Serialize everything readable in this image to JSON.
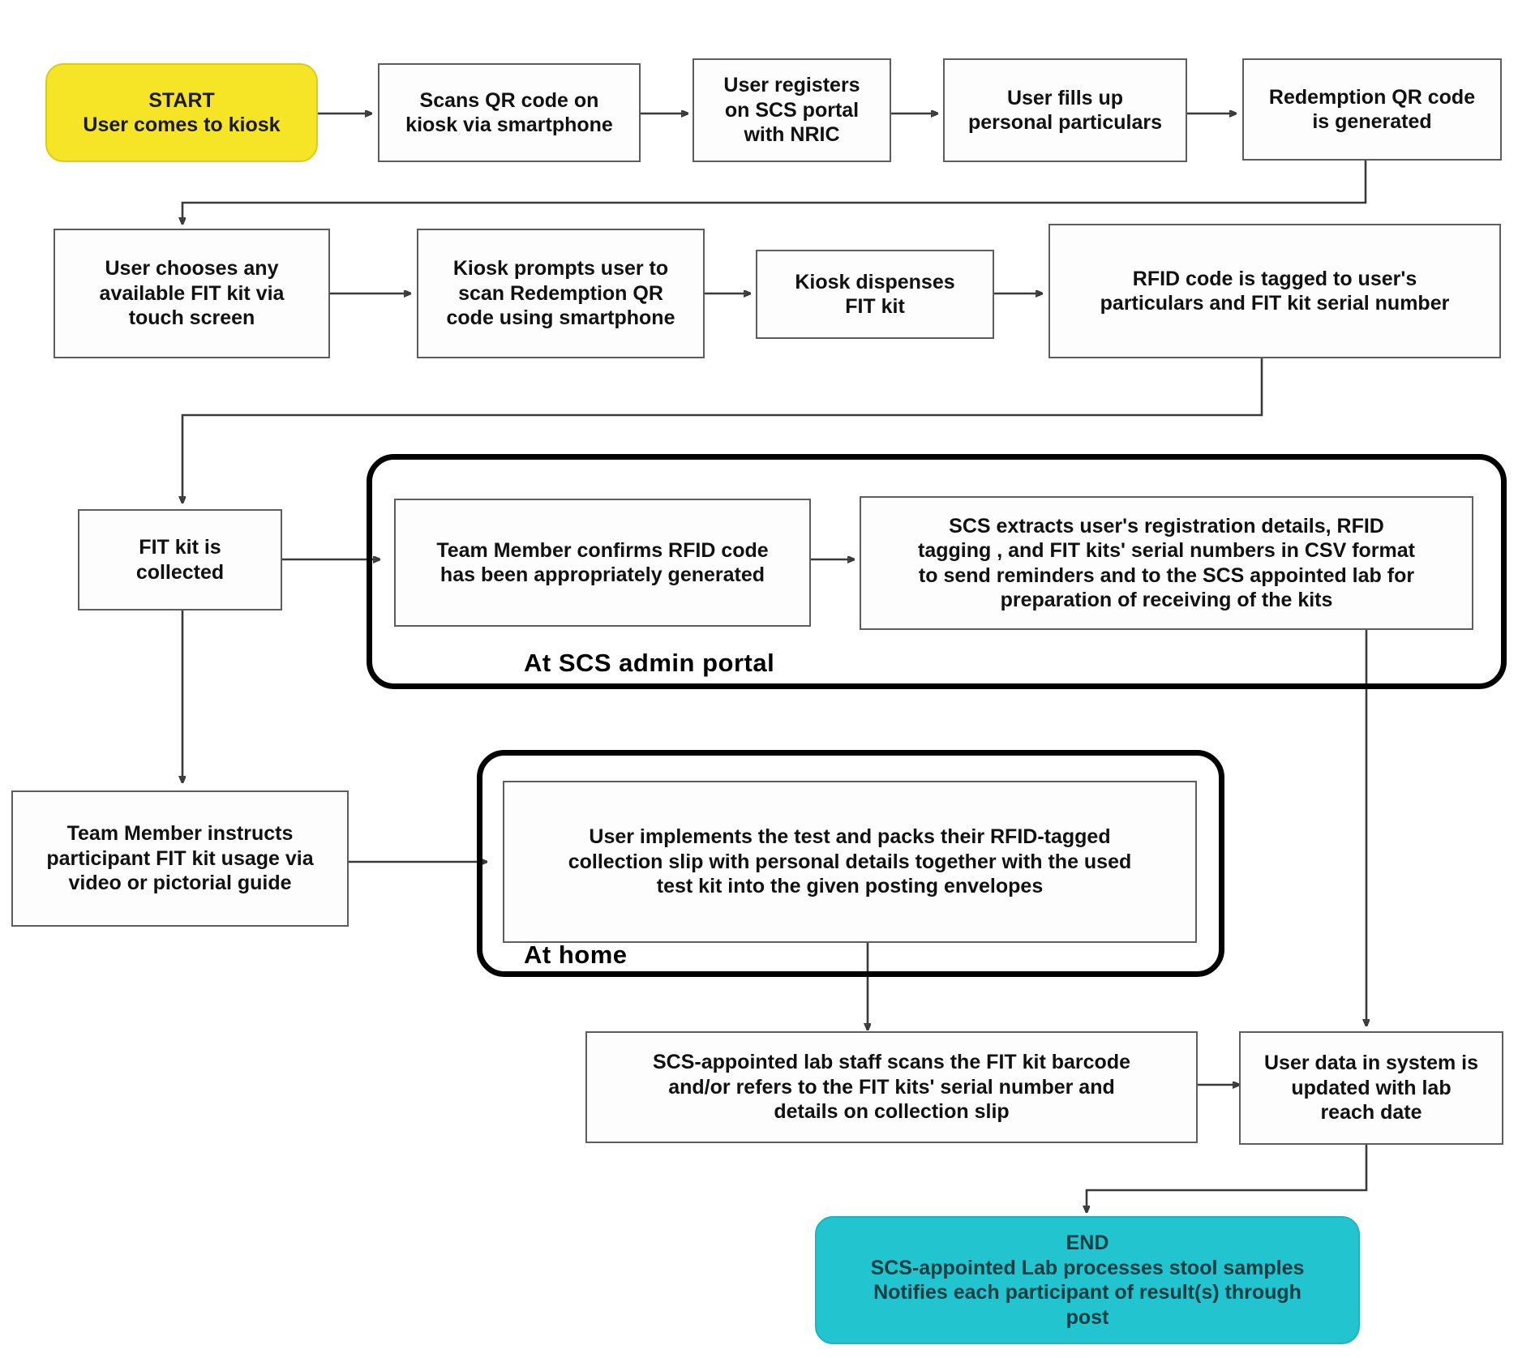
{
  "diagram": {
    "title": "FIT kit kiosk redemption and lab processing flowchart",
    "colors": {
      "start_fill": "#f5e526",
      "end_fill": "#22c4cf",
      "node_border": "#5d5d5d",
      "group_border": "#000000",
      "wire": "#3a3a3a"
    }
  },
  "nodes": {
    "start": "START\nUser comes to kiosk",
    "scan_qr": "Scans QR code on\nkiosk via smartphone",
    "register": "User registers\non SCS portal\nwith NRIC",
    "fill_particulars": "User fills up\npersonal particulars",
    "redemption_qr": "Redemption QR code\nis generated",
    "choose_kit": "User chooses any\navailable FIT kit via\ntouch screen",
    "kiosk_prompt": "Kiosk prompts user to\nscan Redemption QR\ncode using smartphone",
    "kiosk_dispense": "Kiosk dispenses\nFIT kit",
    "rfid_tag": "RFID code is tagged to user's\nparticulars and FIT kit serial number",
    "kit_collected": "FIT kit is\ncollected",
    "confirm_rfid": "Team Member confirms RFID code\nhas been appropriately generated",
    "scs_extract": "SCS extracts user's registration details, RFID\ntagging , and FIT kits' serial numbers in CSV format\nto send reminders and to the SCS appointed lab for\npreparation of receiving of the kits",
    "instruct_usage": "Team Member instructs\nparticipant FIT kit usage via\nvideo or pictorial guide",
    "user_implements": "User implements the test and packs their RFID-tagged\ncollection slip with personal details together with the used\ntest kit into the given posting envelopes",
    "lab_scan": "SCS-appointed lab staff scans the FIT kit barcode\nand/or refers to the FIT kits' serial number and\ndetails on collection slip",
    "user_data_updated": "User data in system is\nupdated with lab\nreach date",
    "end": "END\nSCS-appointed Lab processes stool samples\nNotifies each participant of result(s) through\npost"
  },
  "groups": {
    "admin_portal_label": "At SCS admin portal",
    "home_label": "At home"
  }
}
